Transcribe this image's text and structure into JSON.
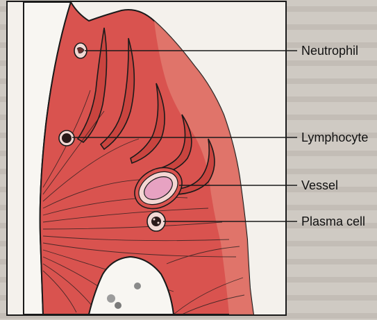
{
  "colors": {
    "tissue": "#d9534f",
    "tissue_light": "#e07a6e",
    "stroke": "#1a1a1a",
    "paper": "#f4f1ec",
    "page_text": "#b7b0a8",
    "vessel_lumen": "#e7a2c2"
  },
  "labels": {
    "neutrophil": "Neutrophil",
    "lymphocyte": "Lymphocyte",
    "vessel": "Vessel",
    "plasma_cell": "Plasma cell"
  }
}
